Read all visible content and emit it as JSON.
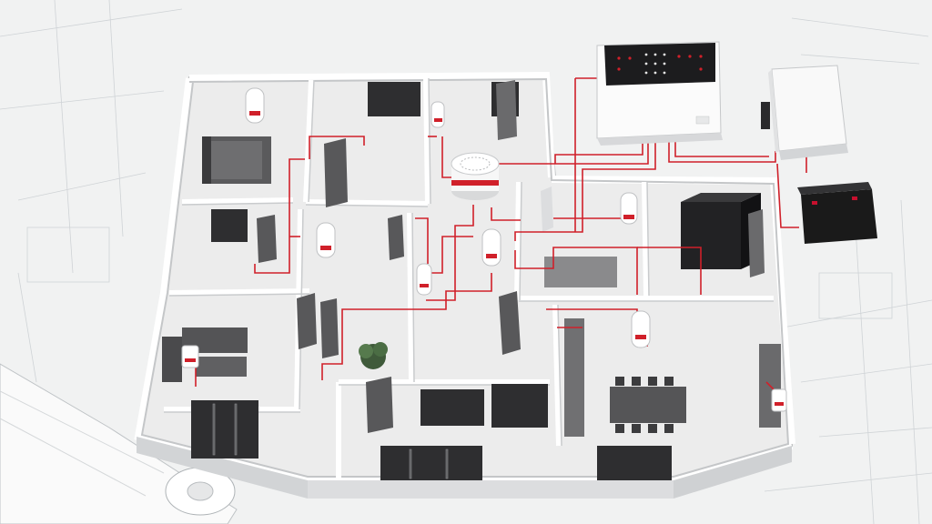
{
  "scene": {
    "colors": {
      "background": "#f1f2f2",
      "blueprint_line": "#c9cdd0",
      "wall_top": "#ffffff",
      "wall_side": "#c7c9cb",
      "floor": "#eceded",
      "alarm_wire": "#d0202a",
      "control_panel_screen": "#1c1c1e",
      "battery": "#1a1a1a",
      "battery_accent": "#c8102e"
    },
    "devices": [
      {
        "name": "control-panel",
        "icon": "keypad-panel-icon"
      },
      {
        "name": "power-supply-box",
        "icon": "junction-box-icon"
      },
      {
        "name": "backup-battery",
        "icon": "battery-icon"
      },
      {
        "name": "siren",
        "icon": "siren-icon"
      },
      {
        "name": "motion-sensors",
        "icon": "motion-sensor-icon"
      },
      {
        "name": "door-contacts",
        "icon": "door-contact-icon"
      }
    ]
  }
}
